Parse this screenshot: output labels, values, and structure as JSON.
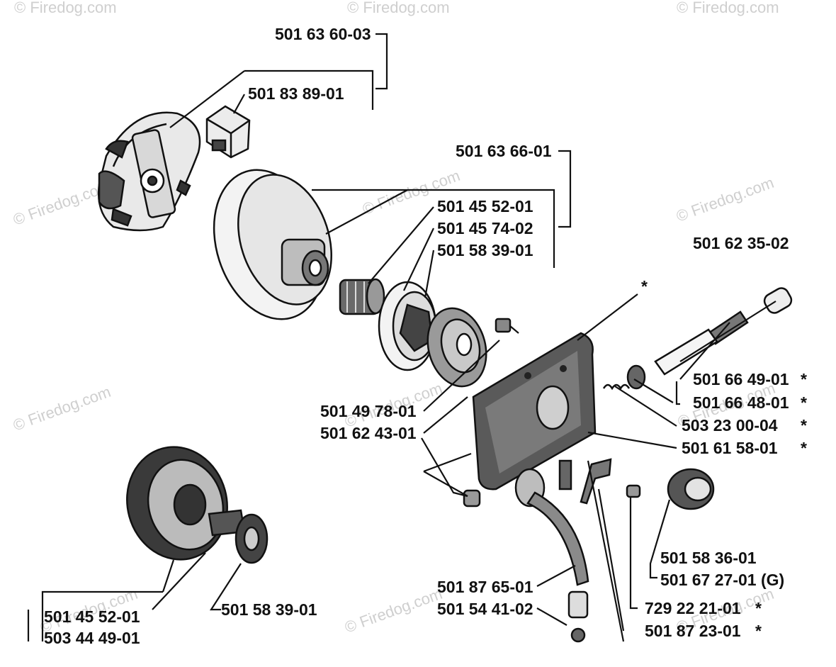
{
  "watermark": "© Firedog.com",
  "parts": [
    {
      "id": "p1",
      "number": "501 63 60-03",
      "note": ""
    },
    {
      "id": "p2",
      "number": "501 83 89-01",
      "note": ""
    },
    {
      "id": "p3",
      "number": "501 63 66-01",
      "note": ""
    },
    {
      "id": "p4",
      "number": "501 45 52-01",
      "note": ""
    },
    {
      "id": "p5",
      "number": "501 45 74-02",
      "note": ""
    },
    {
      "id": "p6",
      "number": "501 58 39-01",
      "note": ""
    },
    {
      "id": "p7",
      "number": "501 62 35-02",
      "note": ""
    },
    {
      "id": "p8",
      "number": "*",
      "note": ""
    },
    {
      "id": "p9",
      "number": "501 66 49-01",
      "note": "*"
    },
    {
      "id": "p10",
      "number": "501 66 48-01",
      "note": "*"
    },
    {
      "id": "p11",
      "number": "503 23 00-04",
      "note": "*"
    },
    {
      "id": "p12",
      "number": "501 61 58-01",
      "note": "*"
    },
    {
      "id": "p13",
      "number": "501 49 78-01",
      "note": ""
    },
    {
      "id": "p14",
      "number": "501 62 43-01",
      "note": ""
    },
    {
      "id": "p15",
      "number": "501 58 36-01",
      "note": ""
    },
    {
      "id": "p16",
      "number": "501 67 27-01 (G)",
      "note": ""
    },
    {
      "id": "p17",
      "number": "501 87 65-01",
      "note": ""
    },
    {
      "id": "p18",
      "number": "501 54 41-02",
      "note": ""
    },
    {
      "id": "p19",
      "number": "729 22 21-01",
      "note": "*"
    },
    {
      "id": "p20",
      "number": "501 87 23-01",
      "note": "*"
    },
    {
      "id": "p21",
      "number": "501 58 39-01",
      "note": ""
    },
    {
      "id": "p22",
      "number": "501 45 52-01",
      "note": ""
    },
    {
      "id": "p23",
      "number": "503 44 49-01",
      "note": ""
    }
  ]
}
